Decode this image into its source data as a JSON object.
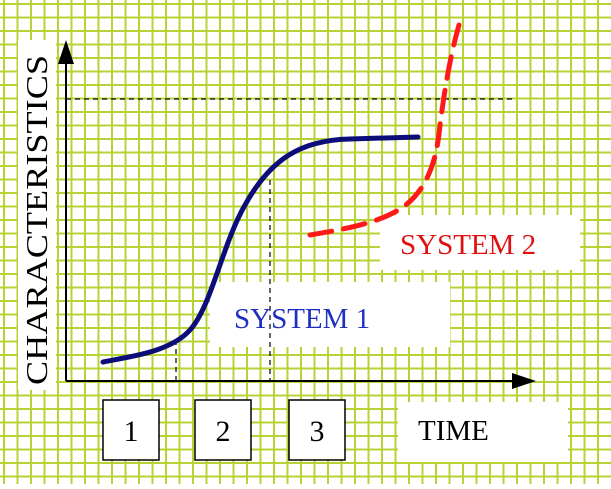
{
  "diagram": {
    "y_axis_label": "CHARACTERISTICS",
    "x_axis_label": "TIME",
    "curve_labels": {
      "system1": "SYSTEM 1",
      "system2": "SYSTEM 2"
    },
    "stage_boxes": [
      "1",
      "2",
      "3"
    ],
    "colors": {
      "background": "#ffffff",
      "grid": "#b5d334",
      "axis": "#000000",
      "system1": "#0d0d7a",
      "system2": "#ff1a1a",
      "system1_label": "#1f2fbf",
      "system2_label": "#e01010"
    }
  }
}
